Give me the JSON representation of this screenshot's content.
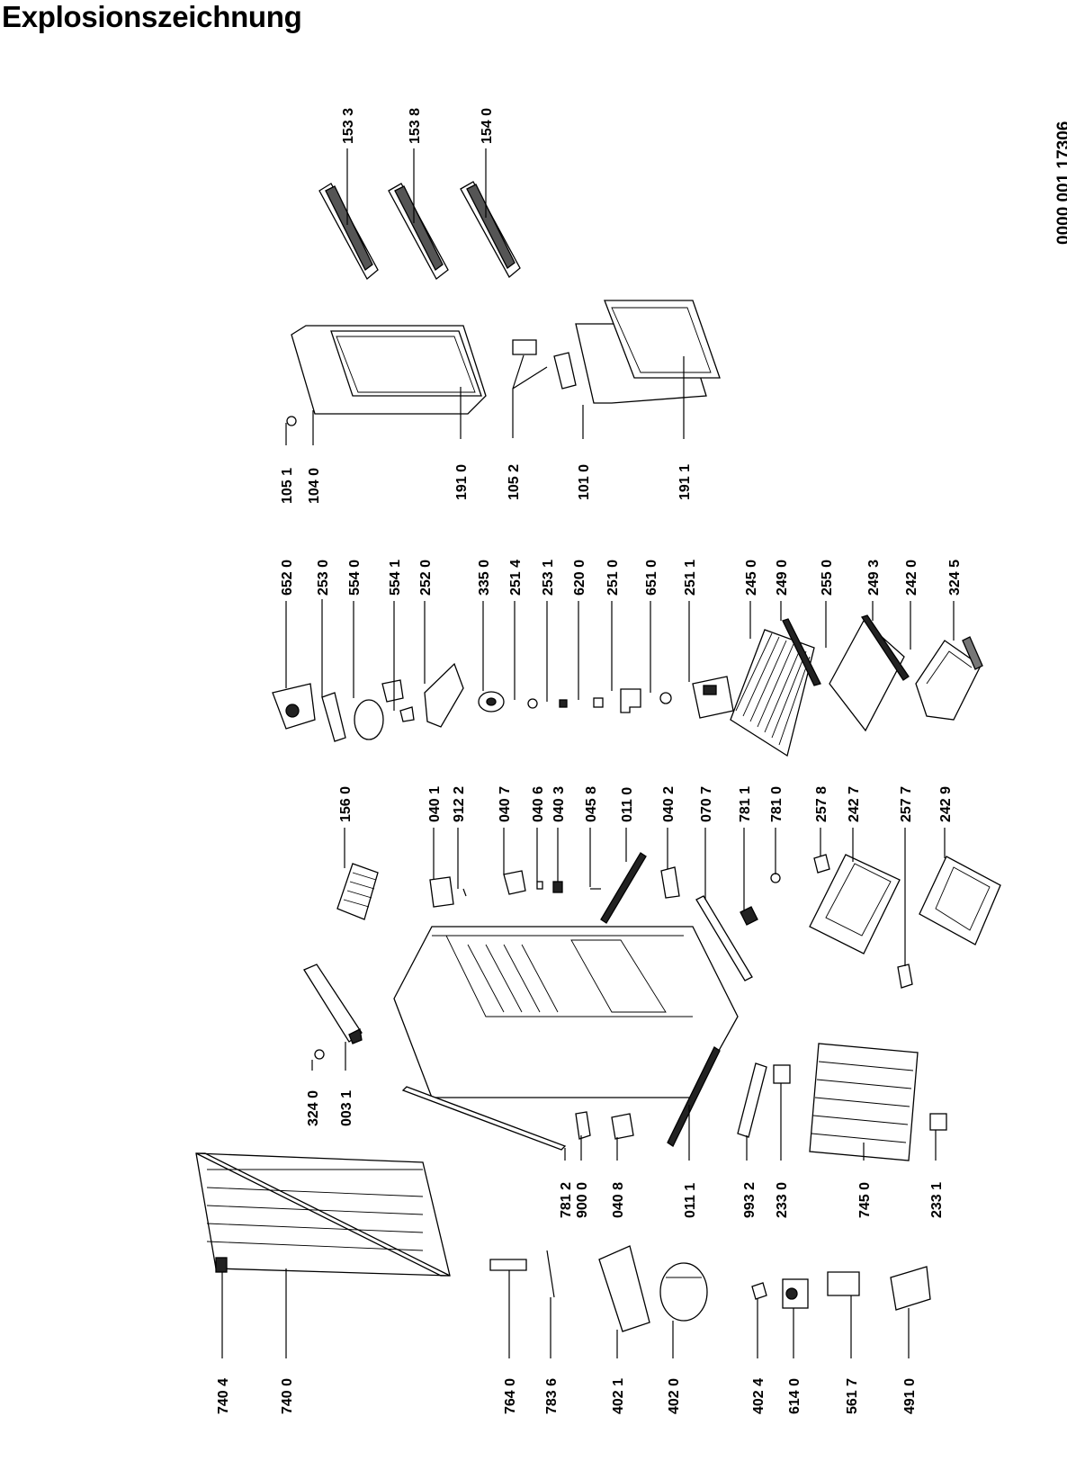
{
  "title": "Explosionszeichnung",
  "document_id": "0000 001 17306",
  "part_labels": [
    "153 3",
    "153 8",
    "154 0",
    "105 1",
    "104 0",
    "191 0",
    "105 2",
    "101 0",
    "191 1",
    "652 0",
    "253 0",
    "554 0",
    "554 1",
    "252 0",
    "335 0",
    "251 4",
    "253 1",
    "620 0",
    "251 0",
    "651 0",
    "251 1",
    "245 0",
    "249 0",
    "255 0",
    "249 3",
    "242 0",
    "324 5",
    "156 0",
    "040 1",
    "912 2",
    "040 7",
    "040 6",
    "040 3",
    "045 8",
    "011 0",
    "040 2",
    "070 7",
    "781 1",
    "781 0",
    "257 8",
    "242 7",
    "257 7",
    "242 9",
    "324 0",
    "003 1",
    "781 2",
    "900 0",
    "040 8",
    "011 1",
    "993 2",
    "233 0",
    "745 0",
    "233 1",
    "740 4",
    "740 0",
    "764 0",
    "783 6",
    "402 1",
    "402 0",
    "402 4",
    "614 0",
    "561 7",
    "491 0"
  ]
}
